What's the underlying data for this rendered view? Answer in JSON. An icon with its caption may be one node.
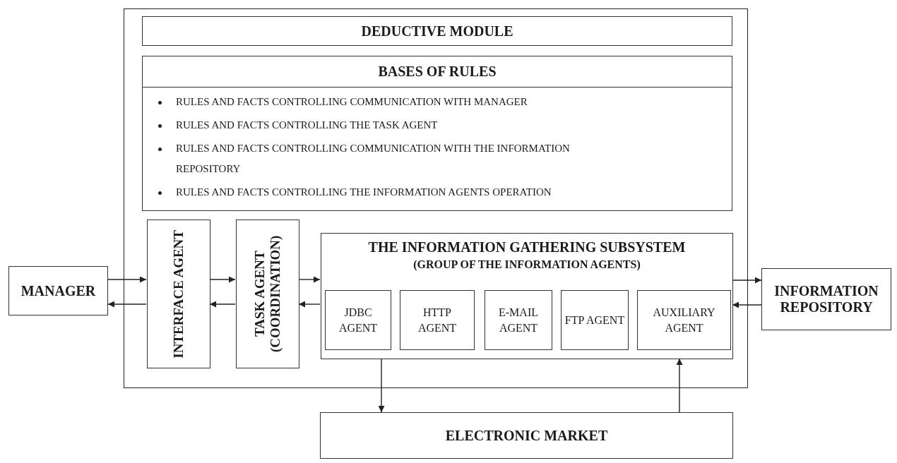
{
  "diagram": {
    "nodes": [
      {
        "text": [],
        "shape": "box"
      },
      {
        "text": [
          "DEDUCTIVE MODULE"
        ],
        "in": 0
      },
      {
        "text": [
          "BASES OF RULES",
          "RULES AND FACTS CONTROLLING COMMUNICATION WITH MANAGER",
          "RULES AND FACTS CONTROLLING THE TASK AGENT",
          "RULES AND FACTS CONTROLLING COMMUNICATION WITH THE INFORMATION REPOSITORY",
          "RULES AND FACTS CONTROLLING THE INFORMATION AGENTS OPERATION"
        ],
        "in": 0
      },
      {
        "text": [
          "MANAGER"
        ]
      },
      {
        "text": [
          "INTERFACE AGENT"
        ],
        "in": 0
      },
      {
        "text": [
          "TASK AGENT (COORDINATION)"
        ],
        "in": 0
      },
      {
        "text": [
          "THE INFORMATION GATHERING SUBSYSTEM",
          "(GROUP OF THE INFORMATION AGENTS)"
        ],
        "in": 0
      },
      {
        "text": [
          "JDBC AGENT"
        ],
        "in": 6
      },
      {
        "text": [
          "HTTP AGENT"
        ],
        "in": 6
      },
      {
        "text": [
          "E-MAIL AGENT"
        ],
        "in": 6
      },
      {
        "text": [
          "FTP AGENT"
        ],
        "in": 6
      },
      {
        "text": [
          "AUXILIARY AGENT"
        ],
        "in": 6
      },
      {
        "text": [
          "INFORMATION REPOSITORY"
        ]
      },
      {
        "text": [
          "ELECTRONIC MARKET"
        ]
      }
    ],
    "edges": [
      {
        "from": 3,
        "to": 4,
        "arrow": "to"
      },
      {
        "from": 4,
        "to": 3,
        "arrow": "to"
      },
      {
        "from": 4,
        "to": 5,
        "arrow": "to"
      },
      {
        "from": 5,
        "to": 4,
        "arrow": "to"
      },
      {
        "from": 5,
        "to": 6,
        "arrow": "to"
      },
      {
        "from": 6,
        "to": 5,
        "arrow": "to"
      },
      {
        "from": 6,
        "to": 12,
        "arrow": "to"
      },
      {
        "from": 12,
        "to": 6,
        "arrow": "to"
      },
      {
        "from": 6,
        "to": 13,
        "arrow": "to"
      },
      {
        "from": 13,
        "to": 6,
        "arrow": "to"
      }
    ]
  }
}
